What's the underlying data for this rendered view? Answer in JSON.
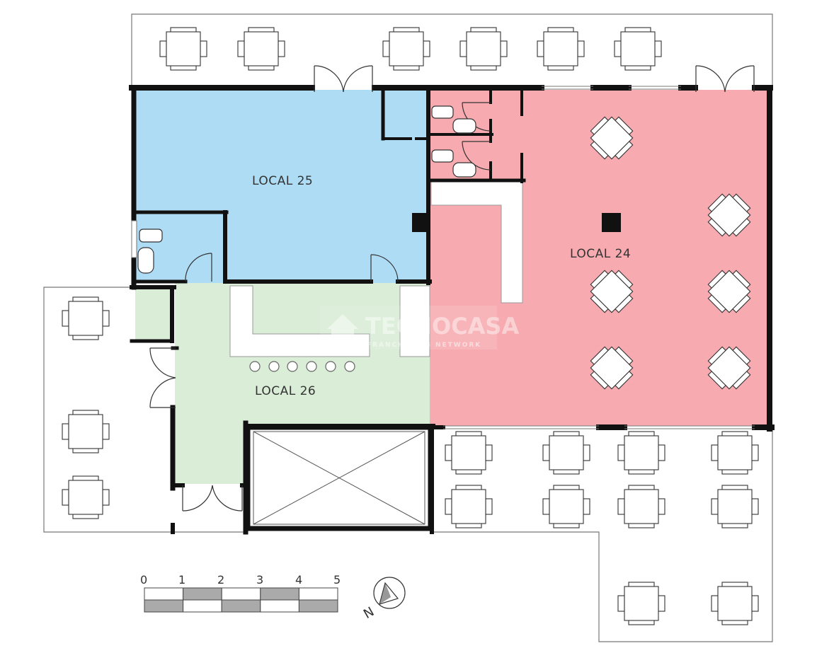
{
  "rooms": {
    "local24": {
      "label": "LOCAL 24",
      "color": "#f7abb0"
    },
    "local25": {
      "label": "LOCAL 25",
      "color": "#aedcf5"
    },
    "local26": {
      "label": "LOCAL 26",
      "color": "#d9edd7"
    }
  },
  "scale_bar": {
    "ticks": [
      "0",
      "1",
      "2",
      "3",
      "4",
      "5"
    ]
  },
  "compass": {
    "label": "N"
  },
  "watermark": {
    "brand": "TECNOCASA",
    "tagline": "FRANCHISING NETWORK"
  }
}
